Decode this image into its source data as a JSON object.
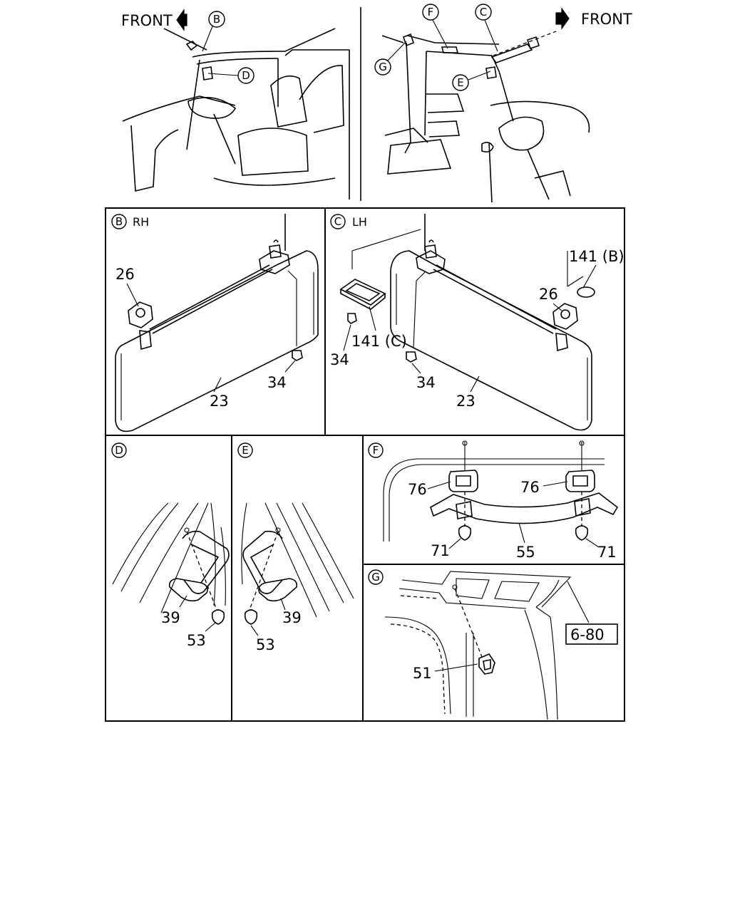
{
  "overview": {
    "front_left": "FRONT",
    "front_right": "FRONT",
    "callouts_left": [
      "B",
      "D"
    ],
    "callouts_right": [
      "F",
      "C",
      "G",
      "E"
    ]
  },
  "panel_b": {
    "letter": "B",
    "title": "RH",
    "parts": [
      "26",
      "34",
      "23"
    ]
  },
  "panel_c": {
    "letter": "C",
    "title": "LH",
    "parts": [
      "141 (B)",
      "26",
      "141 (C)",
      "34",
      "34",
      "23"
    ]
  },
  "panel_d": {
    "letter": "D",
    "parts": [
      "39",
      "53"
    ]
  },
  "panel_e": {
    "letter": "E",
    "parts": [
      "39",
      "53"
    ]
  },
  "panel_f": {
    "letter": "F",
    "parts": [
      "76",
      "76",
      "71",
      "55",
      "71"
    ]
  },
  "panel_g": {
    "letter": "G",
    "parts": [
      "51"
    ],
    "ref": "6-80"
  }
}
